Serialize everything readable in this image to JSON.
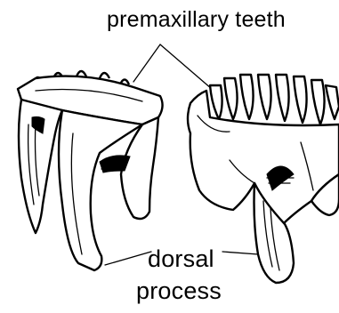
{
  "labels": {
    "teeth": "premaxillary teeth",
    "dorsal": "dorsal",
    "process": "process"
  }
}
